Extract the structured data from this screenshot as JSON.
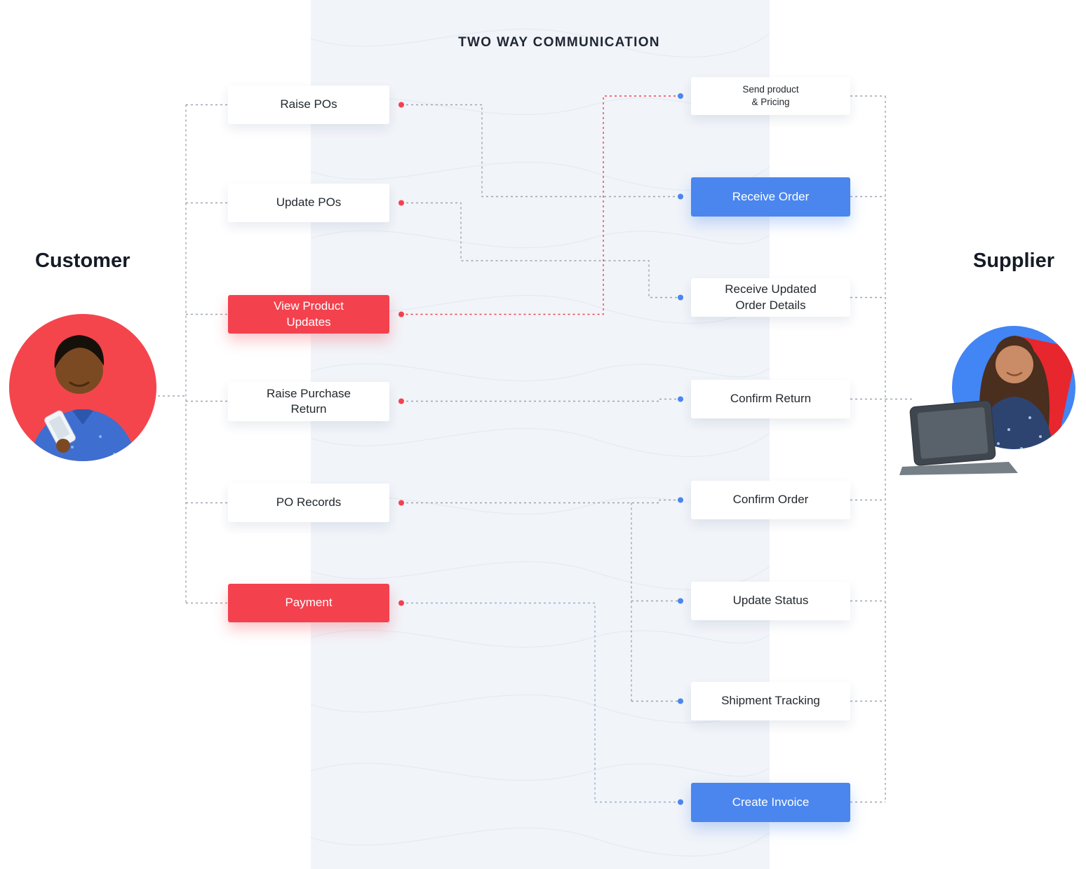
{
  "title": "TWO WAY COMMUNICATION",
  "roles": {
    "customer": "Customer",
    "supplier": "Supplier"
  },
  "customer_actions": [
    {
      "label": "Raise POs",
      "variant": "white"
    },
    {
      "label": "Update POs",
      "variant": "white"
    },
    {
      "label": "View Product\nUpdates",
      "variant": "red"
    },
    {
      "label": "Raise Purchase\nReturn",
      "variant": "white"
    },
    {
      "label": "PO Records",
      "variant": "white"
    },
    {
      "label": "Payment",
      "variant": "red"
    }
  ],
  "supplier_actions": [
    {
      "label": "Send product\n& Pricing",
      "variant": "white"
    },
    {
      "label": "Receive Order",
      "variant": "blue"
    },
    {
      "label": "Receive Updated\nOrder Details",
      "variant": "white"
    },
    {
      "label": "Confirm Return",
      "variant": "white"
    },
    {
      "label": "Confirm Order",
      "variant": "white"
    },
    {
      "label": "Update Status",
      "variant": "white"
    },
    {
      "label": "Shipment Tracking",
      "variant": "white"
    },
    {
      "label": "Create Invoice",
      "variant": "blue"
    }
  ],
  "colors": {
    "accent_red": "#F4414E",
    "accent_blue": "#4A86EE",
    "connector_gray": "#9AA5B1",
    "band_background": "#F1F4F9"
  }
}
